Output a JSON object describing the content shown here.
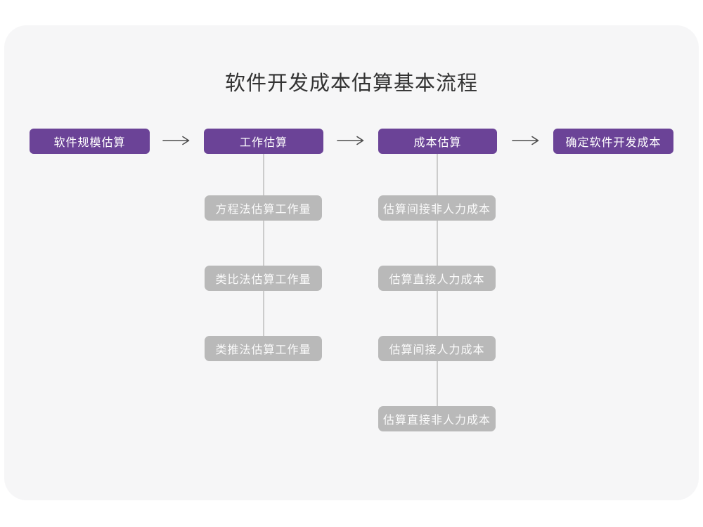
{
  "title": "软件开发成本估算基本流程",
  "colors": {
    "page_bg": "#ffffff",
    "card_bg": "#f6f6f7",
    "primary": "#6B4397",
    "secondary": "#b9b9b9",
    "connector": "#cccccc",
    "arrow": "#4d4d4d",
    "title_text": "#333333",
    "box_text": "#ffffff",
    "sub_text": "#fbfbfb"
  },
  "flow": {
    "steps": [
      {
        "label": "软件规模估算"
      },
      {
        "label": "工作估算"
      },
      {
        "label": "成本估算"
      },
      {
        "label": "确定软件开发成本"
      }
    ],
    "work_substeps": [
      "方程法估算工作量",
      "类比法估算工作量",
      "类推法估算工作量"
    ],
    "cost_substeps": [
      "估算间接非人力成本",
      "估算直接人力成本",
      "估算间接人力成本",
      "估算直接非人力成本"
    ]
  }
}
